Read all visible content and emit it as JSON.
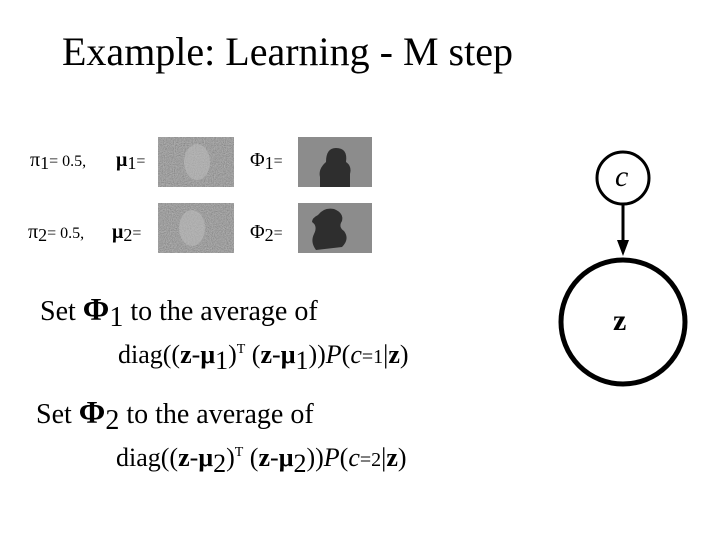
{
  "title": "Example: Learning - M step",
  "row1": {
    "pi_symbol": "π",
    "pi_sub": "1",
    "pi_value": "= 0.5,",
    "mu_symbol": "μ",
    "mu_sub": "1",
    "mu_eq": "=",
    "phi_symbol": "Φ",
    "phi_sub": "1",
    "phi_eq": "="
  },
  "row2": {
    "pi_symbol": "π",
    "pi_sub": "2",
    "pi_value": "= 0.5,",
    "mu_symbol": "μ",
    "mu_sub": "2",
    "mu_eq": "=",
    "phi_symbol": "Φ",
    "phi_sub": "2",
    "phi_eq": "="
  },
  "text1": {
    "set": "Set",
    "phi": "Φ",
    "sub": "1",
    "rest": "to the average of",
    "diag": "diag((",
    "z1": "z",
    "minus1": "-",
    "mu1": "μ",
    "mu1sub": "1",
    "paren1": ")",
    "T": "T",
    "open2": " (",
    "z2": "z",
    "minus2": "-",
    "mu2": "μ",
    "mu2sub": "1",
    "close": "))",
    "P": "P",
    "cond_open": "(",
    "c": "c",
    "eq": "=1",
    "bar": "|",
    "z3": "z",
    "cond_close": ")"
  },
  "text2": {
    "set": "Set",
    "phi": "Φ",
    "sub": "2",
    "rest": "to the average of",
    "diag": "diag((",
    "z1": "z",
    "minus1": "-",
    "mu1": "μ",
    "mu1sub": "2",
    "paren1": ")",
    "T": "T",
    "open2": " (",
    "z2": "z",
    "minus2": "-",
    "mu2": "μ",
    "mu2sub": "2",
    "close": "))",
    "P": "P",
    "cond_open": "(",
    "c": "c",
    "eq": "=2",
    "bar": "|",
    "z3": "z",
    "cond_close": ")"
  },
  "graph": {
    "node_c": "c",
    "node_z": "z"
  },
  "colors": {
    "mean_image_bg": "#7a7a7a",
    "variance_image_bg": "#8c8c8c",
    "variance_blob": "#2e2e2e"
  }
}
